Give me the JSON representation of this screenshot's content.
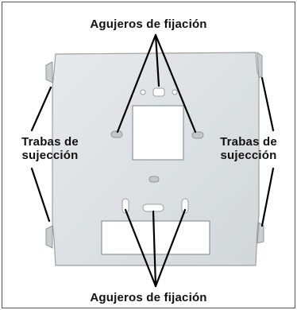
{
  "labels": {
    "top": "Agujeros de fijación",
    "bottom": "Agujeros de fijación",
    "left_line1": "Trabas de",
    "left_line2": "sujección",
    "right_line1": "Trabas de",
    "right_line2": "sujección"
  },
  "colors": {
    "plate": "#dfe3e5",
    "plate_edge": "#9aa0a4",
    "hole": "#ffffff",
    "pointer": "#000000",
    "frame": "#555555"
  }
}
